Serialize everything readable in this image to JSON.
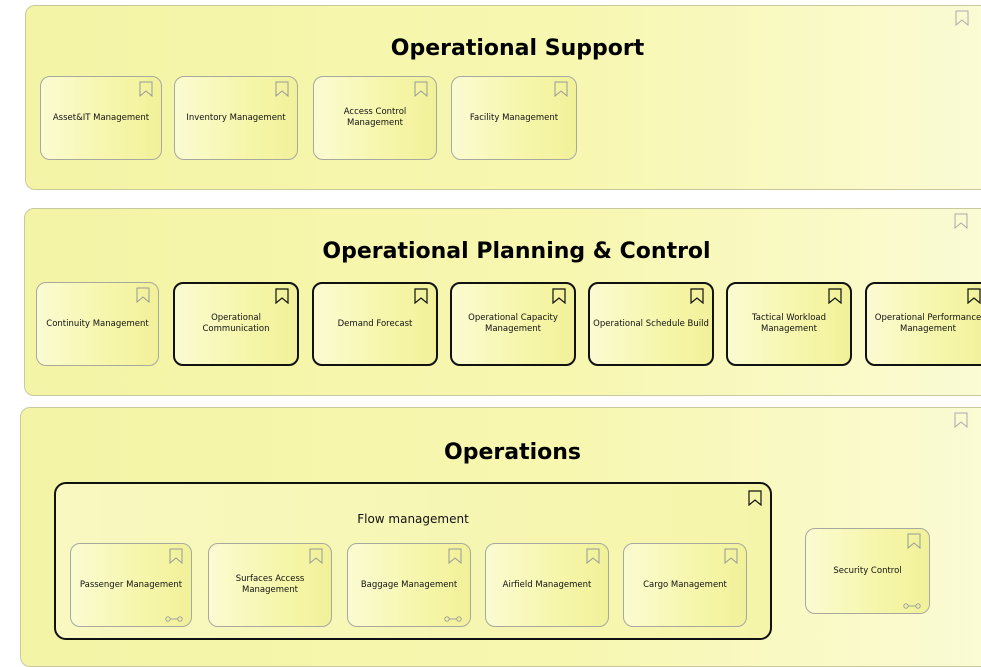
{
  "groups": {
    "support": {
      "title": "Operational Support",
      "items": [
        "Asset&IT Management",
        "Inventory Management",
        "Access Control\nManagement",
        "Facility Management"
      ]
    },
    "planning": {
      "title": "Operational Planning & Control",
      "items": [
        "Continuity Management",
        "Operational\nCommunication",
        "Demand Forecast",
        "Operational Capacity\nManagement",
        "Operational Schedule Build",
        "Tactical Workload\nManagement",
        "Operational Performance\nManagement"
      ]
    },
    "operations": {
      "title": "Operations",
      "flow": {
        "title": "Flow management",
        "items": [
          "Passenger Management",
          "Surfaces Access\nManagement",
          "Baggage Management",
          "Airfield Management",
          "Cargo Management"
        ]
      },
      "security": "Security Control"
    }
  },
  "icons": {
    "bookmark": "bookmark-icon",
    "link": "link-icon"
  },
  "colors": {
    "fill": "#f6f6aa",
    "border": "#a8a8a0",
    "emphasis_border": "#111111"
  }
}
